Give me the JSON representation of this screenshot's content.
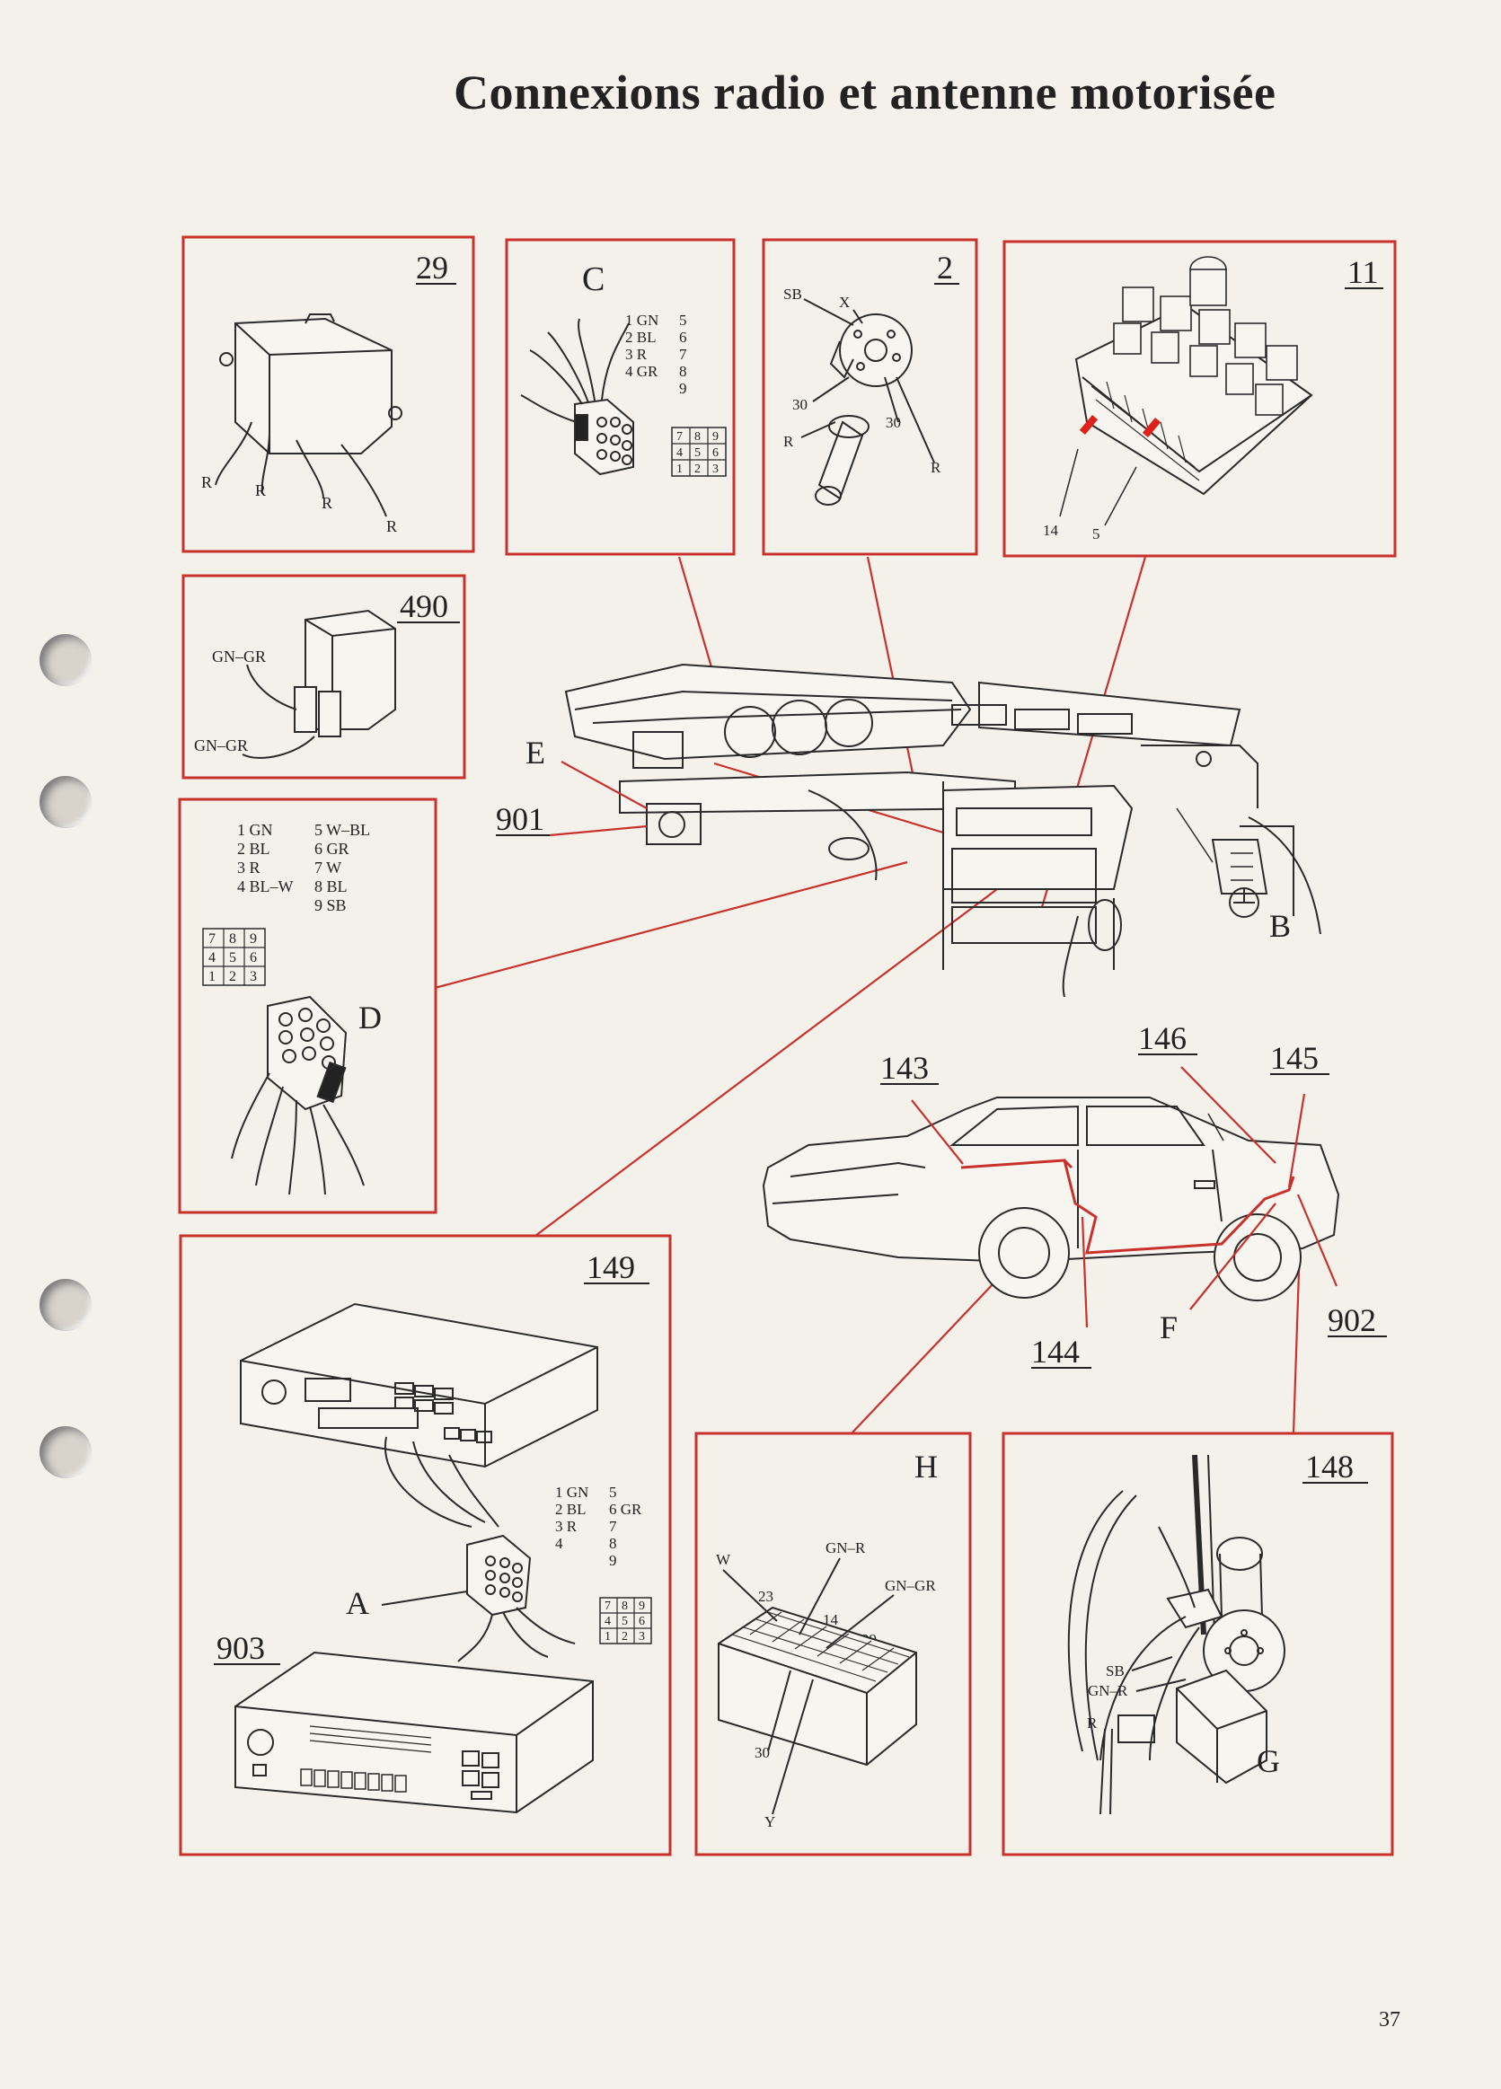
{
  "title": "Connexions radio et antenne motorisée",
  "page_number": "37",
  "colors": {
    "frame": "#c8312c",
    "ink": "#2a2a2a",
    "paper": "#f4f1ea",
    "highlight": "#e0201a"
  },
  "panels": {
    "p29": {
      "number": "29",
      "wires": [
        "R",
        "R",
        "R",
        "R"
      ]
    },
    "pC": {
      "letter": "C",
      "pins_left": [
        "1 GN",
        "2 BL",
        "3 R",
        "4 GR"
      ],
      "pins_right": [
        "5",
        "6",
        "7",
        "8",
        "9"
      ],
      "grid": [
        "7",
        "8",
        "9",
        "4",
        "5",
        "6",
        "1",
        "2",
        "3"
      ]
    },
    "p2": {
      "number": "2",
      "labels": [
        "SB",
        "X",
        "30",
        "R",
        "30",
        "R"
      ]
    },
    "p11": {
      "number": "11",
      "labels": [
        "14",
        "5"
      ]
    },
    "p490": {
      "number": "490",
      "labels": [
        "GN–GR",
        "GN–GR"
      ]
    },
    "pD": {
      "letter": "D",
      "pins_left": [
        "1 GN",
        "2 BL",
        "3 R",
        "4 BL–W"
      ],
      "pins_right": [
        "5 W–BL",
        "6 GR",
        "7 W",
        "8 BL",
        "9 SB"
      ],
      "grid": [
        "7",
        "8",
        "9",
        "4",
        "5",
        "6",
        "1",
        "2",
        "3"
      ]
    },
    "p149": {
      "number": "149",
      "pins_left": [
        "1 GN",
        "2 BL",
        "3 R",
        "4"
      ],
      "pins_right": [
        "5",
        "6 GR",
        "7",
        "8",
        "9"
      ],
      "grid": [
        "7",
        "8",
        "9",
        "4",
        "5",
        "6",
        "1",
        "2",
        "3"
      ],
      "label_a": "A",
      "label_903": "903"
    },
    "pH": {
      "letter": "H",
      "labels": [
        "W",
        "GN–R",
        "GN–GR",
        "23",
        "14",
        "29",
        "30",
        "Y"
      ]
    },
    "p148": {
      "number": "148",
      "labels": [
        "SB",
        "GN–R",
        "R"
      ],
      "letter": "G"
    }
  },
  "dash_labels": {
    "e": "E",
    "n901": "901",
    "b": "B"
  },
  "car_labels": {
    "n143": "143",
    "n146": "146",
    "n145": "145",
    "n144": "144",
    "f": "F",
    "n902": "902"
  }
}
